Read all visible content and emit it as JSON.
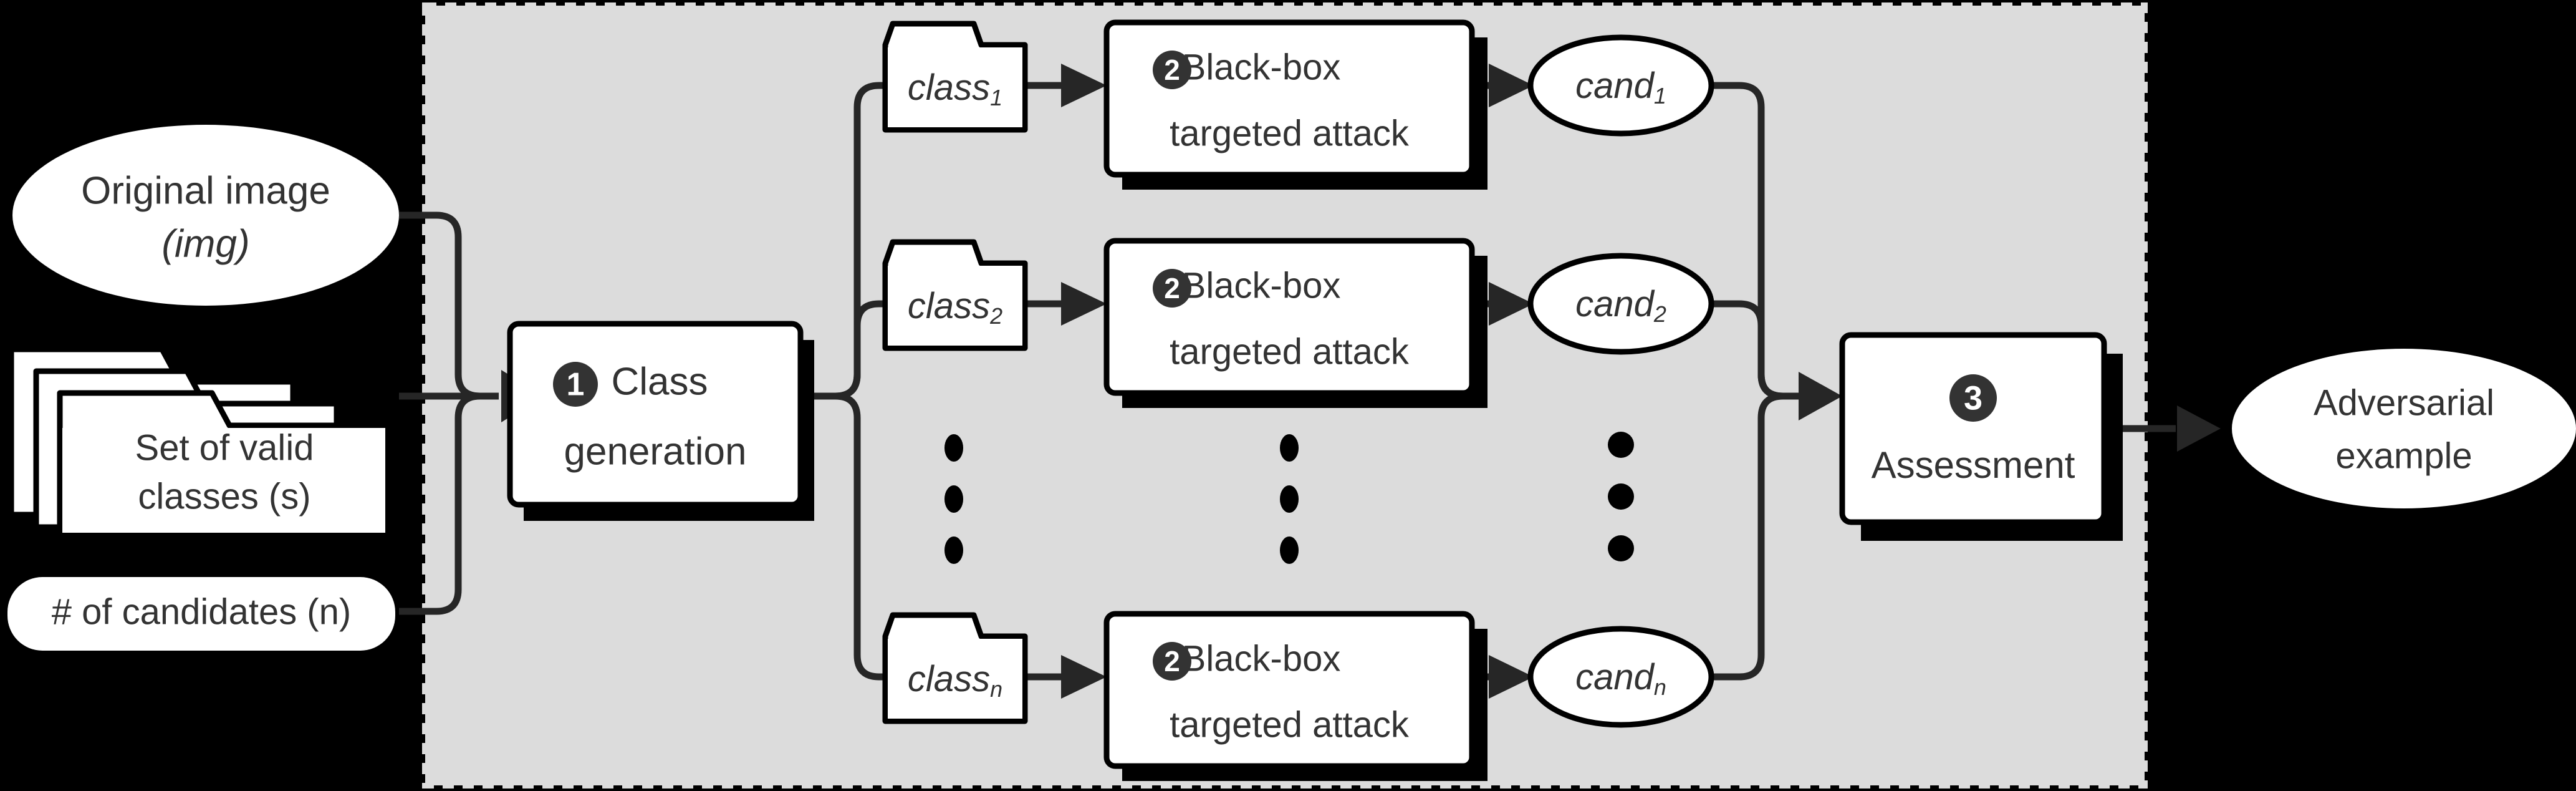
{
  "diagram": {
    "title": "Adversarial example generation pipeline",
    "background_color": "#000000",
    "container_color": "#dcdcdc",
    "text_color": "#333333",
    "line_color": "#262626"
  },
  "inputs": [
    {
      "id": "original-image",
      "shape": "ellipse",
      "line1": "Original image",
      "line2": "(img)",
      "line2_italic": true
    },
    {
      "id": "set-of-valid-classes",
      "shape": "folder-stack",
      "line1": "Set of valid",
      "line2": "classes (s)"
    },
    {
      "id": "number-of-candidates",
      "shape": "rounded-rect",
      "line1": "# of candidates (n)"
    }
  ],
  "steps": {
    "class_generation": {
      "badge": "1",
      "line1": "Class",
      "line2": "generation"
    },
    "attack": {
      "badge": "2",
      "line1": "Black-box",
      "line2": "targeted attack"
    },
    "assessment": {
      "badge": "3",
      "line1": "Assessment"
    }
  },
  "rows": [
    {
      "class_label": "class",
      "class_sub": "1",
      "cand_label": "cand",
      "cand_sub": "1"
    },
    {
      "class_label": "class",
      "class_sub": "2",
      "cand_label": "cand",
      "cand_sub": "2"
    },
    {
      "class_label": "class",
      "class_sub": "n",
      "cand_label": "cand",
      "cand_sub": "n"
    }
  ],
  "ellipsis": {
    "glyph": "vertical-dots",
    "count": 3
  },
  "output": {
    "id": "adversarial-example",
    "line1": "Adversarial",
    "line2": "example"
  },
  "badges": {
    "one": "1",
    "two": "2",
    "three": "3"
  }
}
